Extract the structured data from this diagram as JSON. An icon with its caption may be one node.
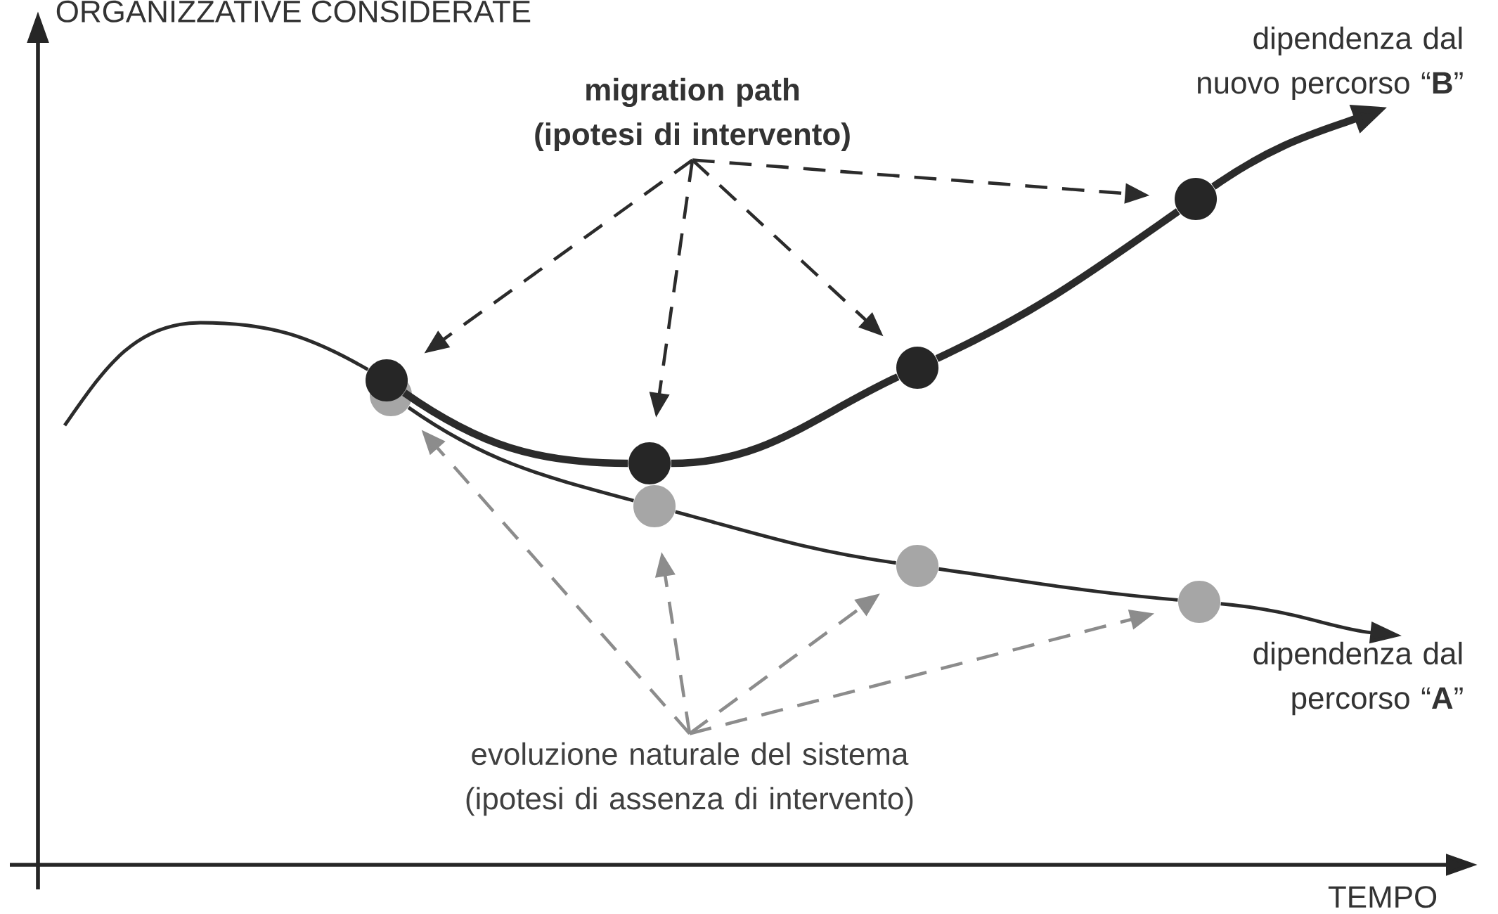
{
  "diagram": {
    "nodes": [
      {
        "text": [
          "migration path (ipotesi di intervento)"
        ]
      },
      {
        "text": [
          "evoluzione naturale del sistema (ipotesi di assenza di intervento)"
        ]
      },
      {
        "text": [],
        "shape": "circle"
      },
      {
        "text": [],
        "shape": "circle"
      },
      {
        "text": [],
        "shape": "circle"
      },
      {
        "text": [],
        "shape": "circle"
      },
      {
        "text": [],
        "shape": "circle"
      },
      {
        "text": [],
        "shape": "circle"
      },
      {
        "text": [],
        "shape": "circle"
      },
      {
        "text": [],
        "shape": "circle"
      },
      {
        "text": [
          "dipendenza dal nuovo percorso “**B**”"
        ]
      },
      {
        "text": [
          "dipendenza dal percorso “**A**”"
        ]
      }
    ],
    "edges": [
      {
        "from": 0,
        "to": 2,
        "arrow": "to",
        "style": "dashed"
      },
      {
        "from": 0,
        "to": 3,
        "arrow": "to",
        "style": "dashed"
      },
      {
        "from": 0,
        "to": 4,
        "arrow": "to",
        "style": "dashed"
      },
      {
        "from": 0,
        "to": 5,
        "arrow": "to",
        "style": "dashed"
      },
      {
        "from": 1,
        "to": 6,
        "arrow": "to",
        "style": "dashed",
        "color": "#8c8c8c"
      },
      {
        "from": 1,
        "to": 7,
        "arrow": "to",
        "style": "dashed",
        "color": "#8c8c8c"
      },
      {
        "from": 1,
        "to": 8,
        "arrow": "to",
        "style": "dashed",
        "color": "#8c8c8c"
      },
      {
        "from": 1,
        "to": 9,
        "arrow": "to",
        "style": "dashed",
        "color": "#8c8c8c"
      },
      {
        "from": null,
        "to": 2,
        "arrow": "none"
      },
      {
        "from": 2,
        "to": 3,
        "arrow": "none",
        "style": "thick"
      },
      {
        "from": 3,
        "to": 4,
        "arrow": "none",
        "style": "thick"
      },
      {
        "from": 4,
        "to": 5,
        "arrow": "none",
        "style": "thick"
      },
      {
        "from": 5,
        "to": 10,
        "arrow": "to",
        "style": "thick"
      },
      {
        "from": 6,
        "to": 7,
        "arrow": "none"
      },
      {
        "from": 7,
        "to": 8,
        "arrow": "none"
      },
      {
        "from": 8,
        "to": 9,
        "arrow": "none"
      },
      {
        "from": 9,
        "to": 11,
        "arrow": "to"
      }
    ],
    "labels": [
      "ORGANIZZATIVE CONSIDERATE",
      "TEMPO"
    ]
  }
}
